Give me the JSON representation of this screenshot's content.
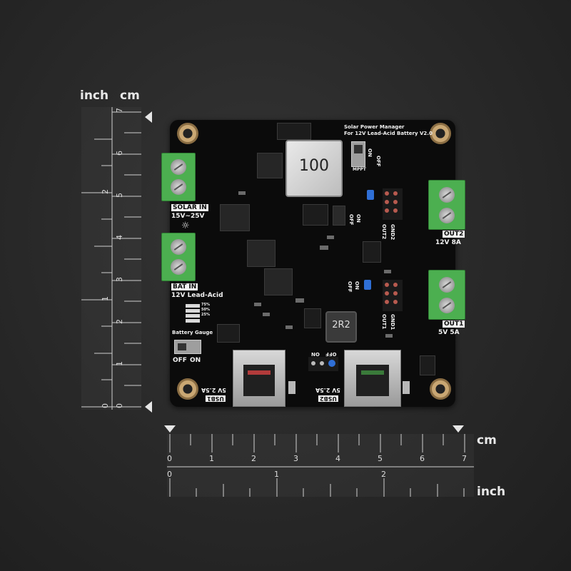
{
  "rulers": {
    "left_inch_label": "inch",
    "left_cm_label": "cm",
    "bottom_cm_label": "cm",
    "bottom_inch_label": "inch",
    "cm_ticks": [
      "0",
      "1",
      "2",
      "3",
      "4",
      "5",
      "6",
      "7"
    ],
    "inch_ticks": [
      "0",
      "1",
      "2"
    ]
  },
  "board": {
    "title_line1": "Solar Power Manager",
    "title_line2": "For 12V Lead-Acid Battery V2.0",
    "inductor_main": "100",
    "inductor_small": "2R2",
    "solar_in_label": "SOLAR IN",
    "solar_in_range": "15V~25V",
    "bat_in_label": "BAT IN",
    "bat_in_type": "12V Lead-Acid",
    "battery_gauge_label": "Battery Gauge",
    "gauge_off": "OFF",
    "gauge_on": "ON",
    "out2_label": "OUT2",
    "out2_rating": "12V 8A",
    "out1_label": "OUT1",
    "out1_rating": "5V 5A",
    "usb1_label": "USB1",
    "usb1_rating": "5V 2.5A",
    "usb2_label": "USB2",
    "usb2_rating": "5V 2.5A",
    "mppt_label": "MPPT",
    "switch_on": "ON",
    "switch_off": "OFF",
    "gnd2": "GND2",
    "out2_pin": "OUT2",
    "gnd1": "GND1",
    "out1_pin": "OUT1",
    "gauge_levels": [
      "75%",
      "50%",
      "25%"
    ]
  },
  "colors": {
    "background": "#2a2a2a",
    "pcb": "#0b0b0b",
    "terminal_green": "#4caf50",
    "silkscreen": "#f2f2f2",
    "jumper_red": "#b85a4f",
    "jumper_blue": "#2f6fd6"
  }
}
